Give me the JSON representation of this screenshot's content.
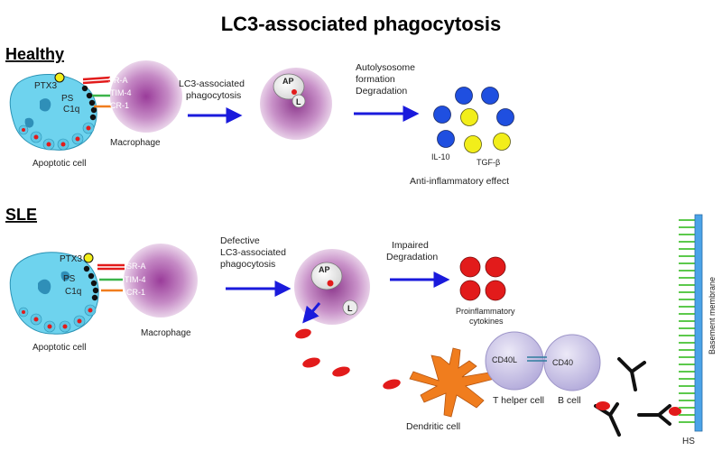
{
  "title": "LC3-associated phagocytosis",
  "healthy": {
    "section_label": "Healthy",
    "apoptotic_cell_label": "Apoptotic cell",
    "ptx3": "PTX3",
    "ps": "PS",
    "c1q": "C1q",
    "receptors": [
      "SR-A",
      "TIM-4",
      "CR-1"
    ],
    "macrophage_label": "Macrophage",
    "step1_label": [
      "LC3-associated",
      "phagocytosis"
    ],
    "ap_label": "AP",
    "l_label": "L",
    "step2_label": [
      "Autolysosome",
      "formation",
      "Degradation"
    ],
    "il10_label": "IL-10",
    "tgfb_label": "TGF-β",
    "effect_label": "Anti-inflammatory effect"
  },
  "sle": {
    "section_label": "SLE",
    "apoptotic_cell_label": "Apoptotic cell",
    "ptx3": "PTX3",
    "ps": "PS",
    "c1q": "C1q",
    "receptors": [
      "SR-A",
      "TIM-4",
      "CR-1"
    ],
    "macrophage_label": "Macrophage",
    "step1_label": [
      "Defective",
      "LC3-associated",
      "phagocytosis"
    ],
    "ap_label": "AP",
    "l_label": "L",
    "step2_label": [
      "Impaired",
      "Degradation"
    ],
    "cytokines_label": [
      "Proinflammatory",
      "cytokines"
    ],
    "cd40l_label": "CD40L",
    "cd40_label": "CD40",
    "t_helper_label": "T helper cell",
    "b_cell_label": "B cell",
    "dendritic_label": "Dendritic cell",
    "membrane_label": "Basement membrane",
    "hs_label": "HS"
  },
  "colors": {
    "arrow": "#1a1adc",
    "cell_cyan": "#6ed3ee",
    "macrophage": "#9a3c9a",
    "blue_dot": "#1f4fe0",
    "yellow_dot": "#f2ee1a",
    "red": "#e21b1b",
    "dendritic": "#f07d1e",
    "lavender": "#c9c3e6",
    "membrane": "#4aa3e8",
    "hs_green": "#5cc94c"
  }
}
